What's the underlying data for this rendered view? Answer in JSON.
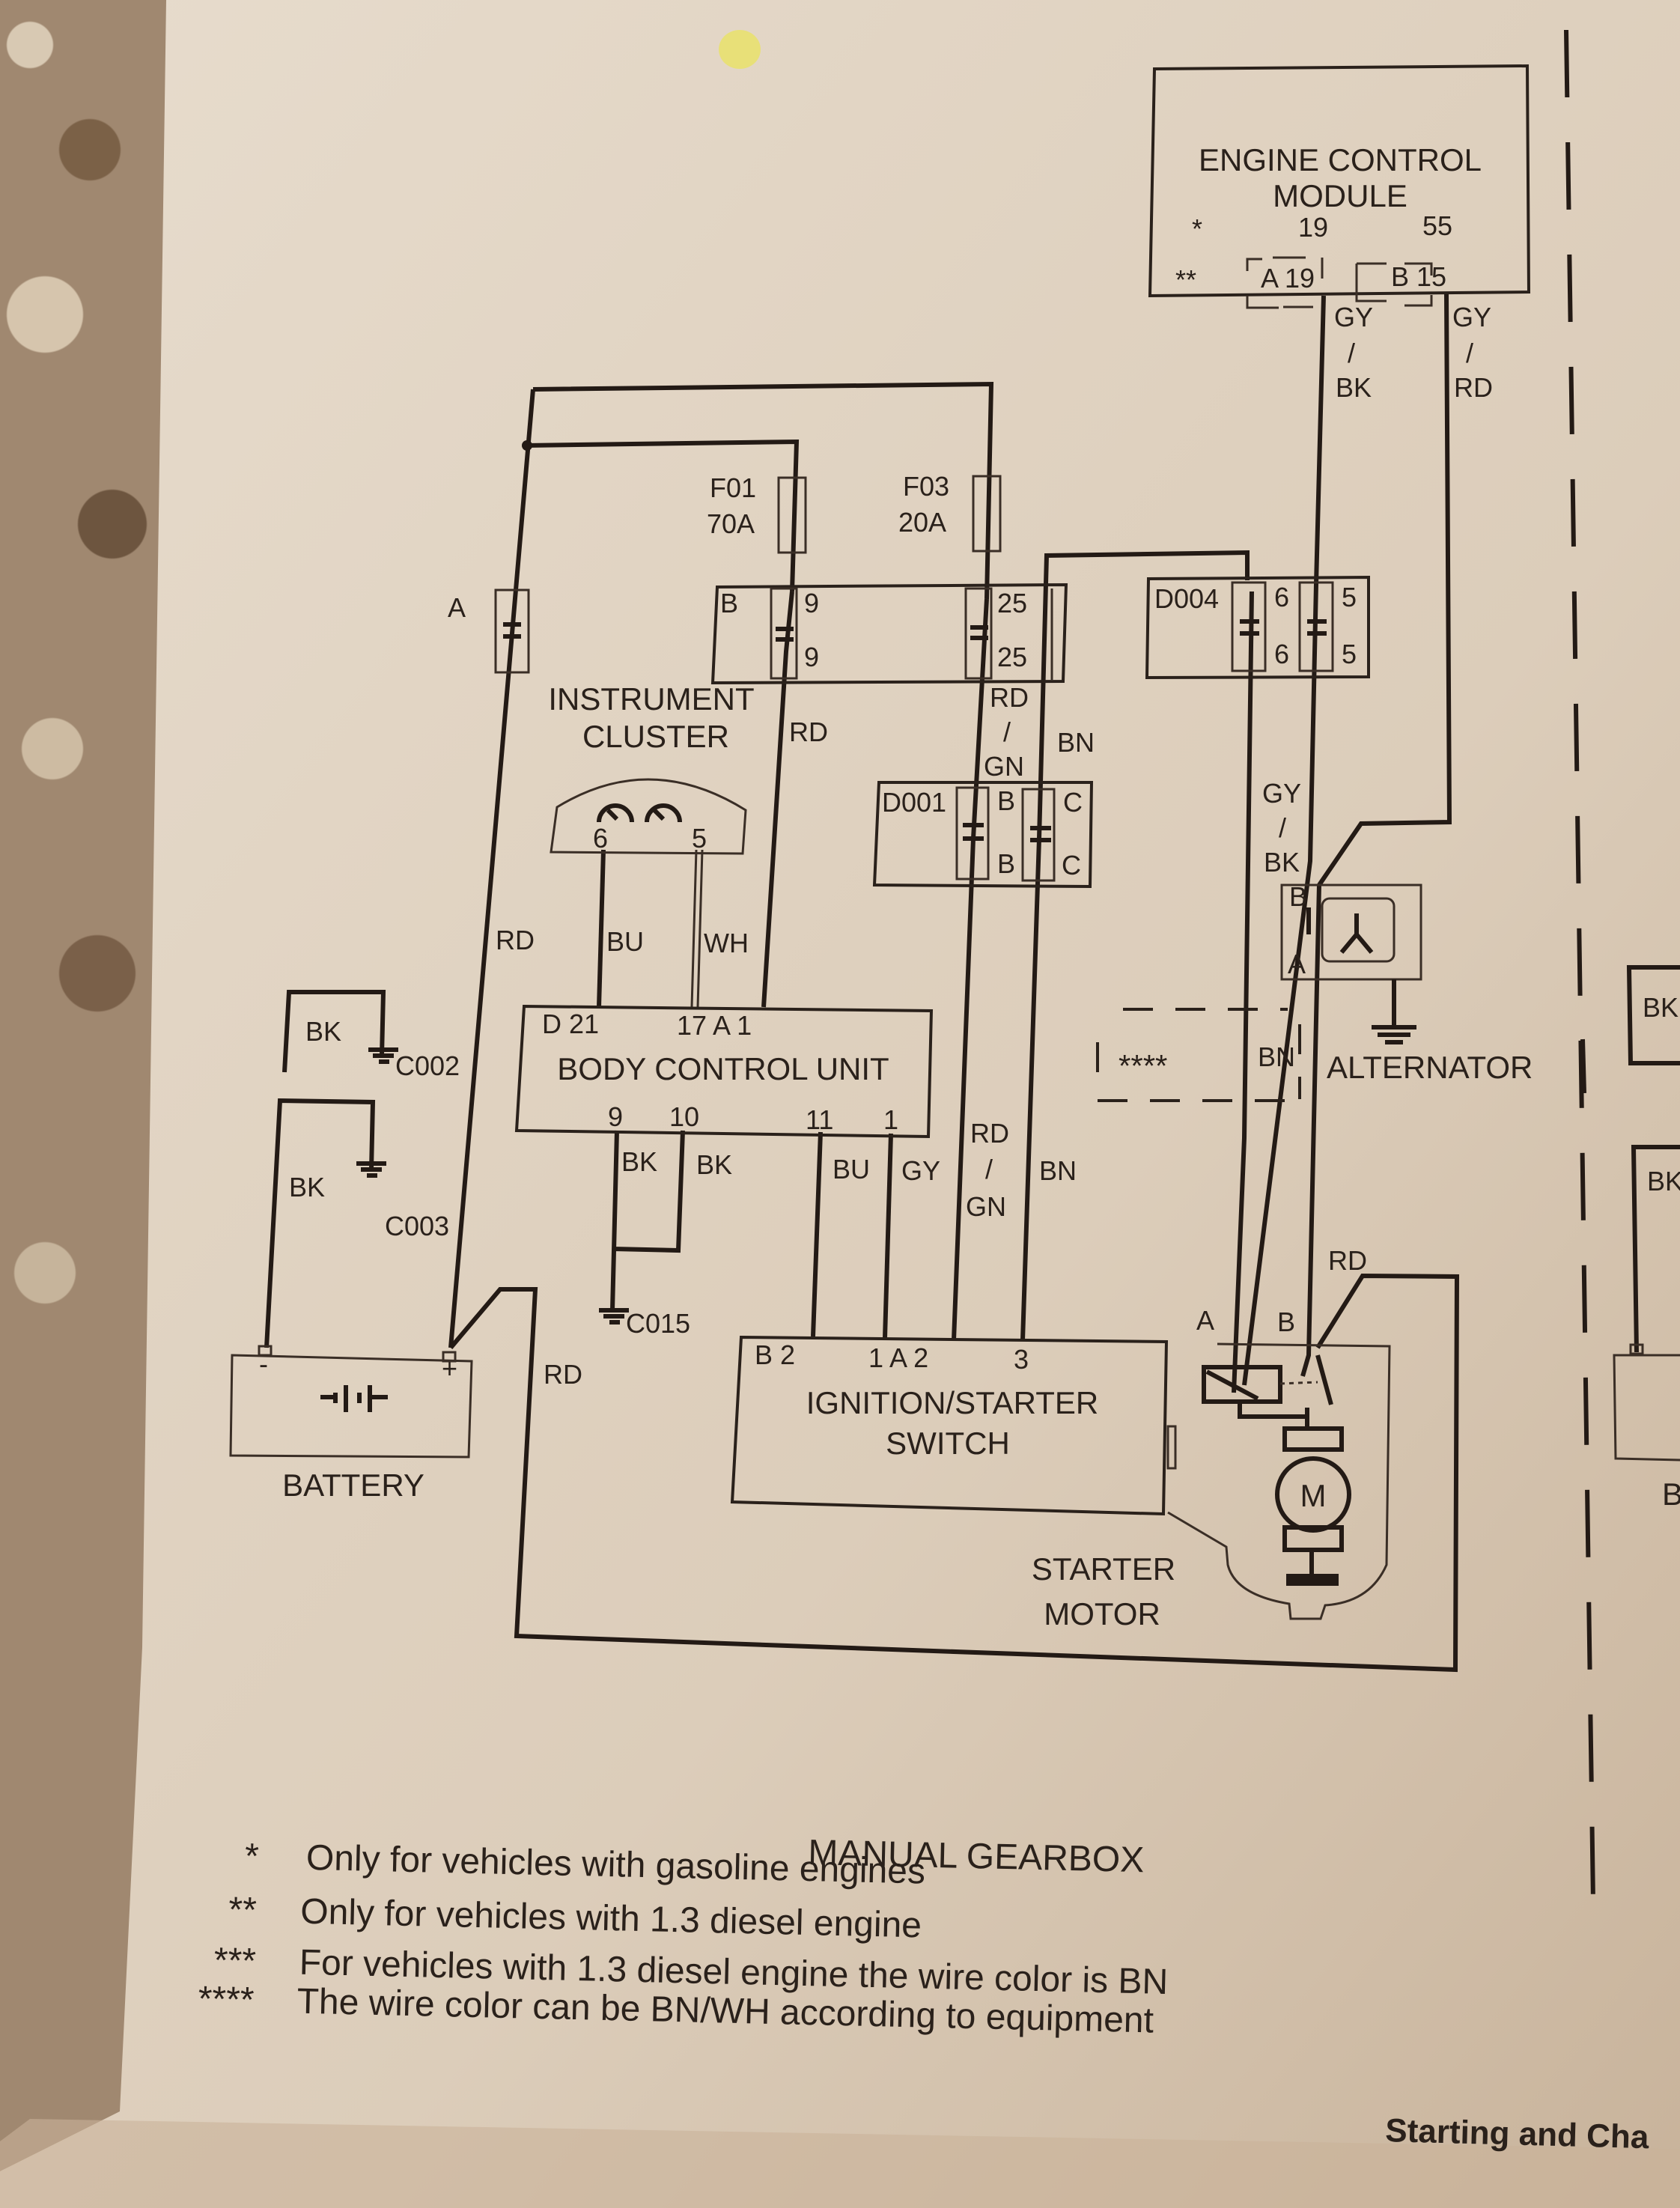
{
  "page": {
    "footer_title": "Starting and Cha",
    "gearbox_label": "MANUAL GEARBOX"
  },
  "ecm": {
    "title_line1": "ENGINE CONTROL",
    "title_line2": "MODULE",
    "star1": "*",
    "star2": "**",
    "pin_gas_a": "19",
    "pin_gas_b": "55",
    "pin_diesel_a": "A 19",
    "pin_diesel_b": "B 15",
    "wire_a": [
      "GY",
      "/",
      "BK"
    ],
    "wire_b": [
      "GY",
      "/",
      "RD"
    ]
  },
  "fuses": [
    {
      "id": "F01",
      "rating": "70A"
    },
    {
      "id": "F03",
      "rating": "20A"
    }
  ],
  "connectors": {
    "A": {
      "label": "A"
    },
    "B": {
      "label": "B",
      "pins": [
        "9",
        "9",
        "25",
        "25"
      ]
    },
    "D004": {
      "label": "D004",
      "pins": [
        "6",
        "6",
        "5",
        "5"
      ]
    },
    "D001": {
      "label": "D001",
      "pins": [
        "B",
        "B",
        "C",
        "C"
      ]
    }
  },
  "instrument_cluster": {
    "title_line1": "INSTRUMENT",
    "title_line2": "CLUSTER",
    "pins": [
      "6",
      "5"
    ]
  },
  "bcu": {
    "title": "BODY CONTROL UNIT",
    "top_pins": [
      "D 21",
      "17 A 1"
    ],
    "bottom_pins": [
      "9",
      "10",
      "11",
      "1"
    ]
  },
  "ignition_switch": {
    "title_line1": "IGNITION/STARTER",
    "title_line2": "SWITCH",
    "pins": [
      "B 2",
      "1 A 2",
      "3"
    ]
  },
  "battery": {
    "title": "BATTERY",
    "neg": "-",
    "pos": "+"
  },
  "alternator": {
    "title": "ALTERNATOR",
    "pin_b": "B",
    "pin_a": "A",
    "optional_marker": "****",
    "optional_wire": "BN"
  },
  "starter_motor": {
    "title_line1": "STARTER",
    "title_line2": "MOTOR",
    "pin_a": "A",
    "pin_b": "B",
    "motor_symbol": "M"
  },
  "grounds": [
    "C002",
    "C003",
    "C015"
  ],
  "wire_labels": {
    "rd_main": "RD",
    "rd_f01": "RD",
    "bu": "BU",
    "wh": "WH",
    "bk_c002": "BK",
    "bk_c003": "BK",
    "bk_9": "BK",
    "bk_10": "BK",
    "bu_11": "BU",
    "gy_1": "GY",
    "rdgn_upper": [
      "RD",
      "/",
      "GN"
    ],
    "rdgn_lower": [
      "RD",
      "/",
      "GN"
    ],
    "bn_upper": "BN",
    "bn_lower": "BN",
    "gybk_alt": [
      "GY",
      "/",
      "BK"
    ],
    "rd_battery": "RD",
    "rd_starter": "RD"
  },
  "notes": [
    {
      "marker": "*",
      "text": "Only for vehicles with gasoline engines"
    },
    {
      "marker": "**",
      "text": "Only for vehicles with 1.3 diesel engine"
    },
    {
      "marker": "***",
      "text": "For vehicles with 1.3 diesel engine the wire color is BN"
    },
    {
      "marker": "****",
      "text": "The wire color can be BN/WH according to equipment"
    }
  ],
  "right_page": {
    "bk1": "BK",
    "bk2": "BK",
    "b": "B"
  }
}
